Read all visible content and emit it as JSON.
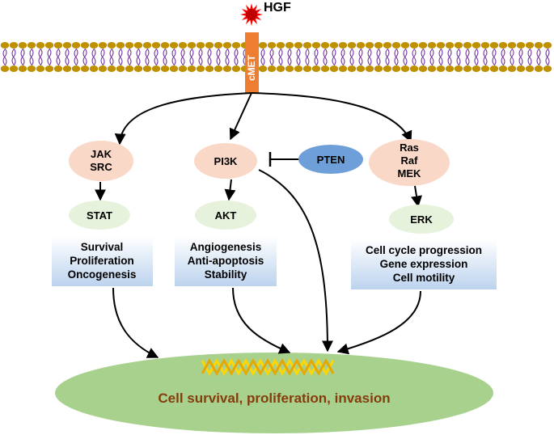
{
  "ligand": {
    "label": "HGF"
  },
  "receptor": {
    "label": "cMET"
  },
  "pathways": {
    "jak": {
      "node_lines": [
        "JAK",
        "SRC"
      ],
      "effector": "STAT",
      "outcomes": [
        "Survival",
        "Proliferation",
        "Oncogenesis"
      ]
    },
    "pi3k": {
      "node_lines": [
        "PI3K"
      ],
      "effector": "AKT",
      "outcomes": [
        "Angiogenesis",
        "Anti-apoptosis",
        "Stability"
      ]
    },
    "mapk": {
      "node_lines": [
        "Ras",
        "Raf",
        "MEK"
      ],
      "effector": "ERK",
      "outcomes": [
        "Cell cycle progression",
        "Gene expression",
        "Cell motility"
      ]
    }
  },
  "inhibitor": {
    "label": "PTEN"
  },
  "nucleus": {
    "label": "Cell survival, proliferation, invasion"
  },
  "colors": {
    "upstream_node": "#f9d8c7",
    "effector_node": "#e6f2dc",
    "pten": "#6f9fd8",
    "nucleus": "#a9d18e",
    "nucleus_text": "#843c0c",
    "receptor": "#ed7d31",
    "ligand": "#ff0000",
    "membrane_head": "#bf9000",
    "membrane_tail": "#7030a0",
    "dna": "#ffd700"
  }
}
